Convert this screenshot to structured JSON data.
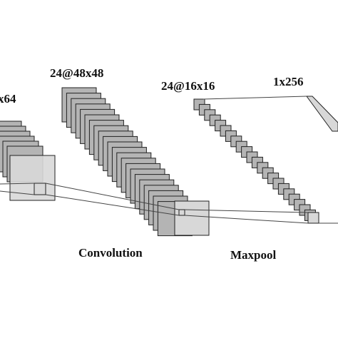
{
  "labels": {
    "input_dims": "x64",
    "conv_dims": "24@48x48",
    "pool_dims": "24@16x16",
    "dense_dims": "1x256",
    "conv_op": "Convolution",
    "pool_op": "Maxpool"
  },
  "colors": {
    "map_fill": "#b4b4b4",
    "highlight_fill": "#d8d8d8",
    "stroke": "#222222",
    "line": "#444444"
  }
}
